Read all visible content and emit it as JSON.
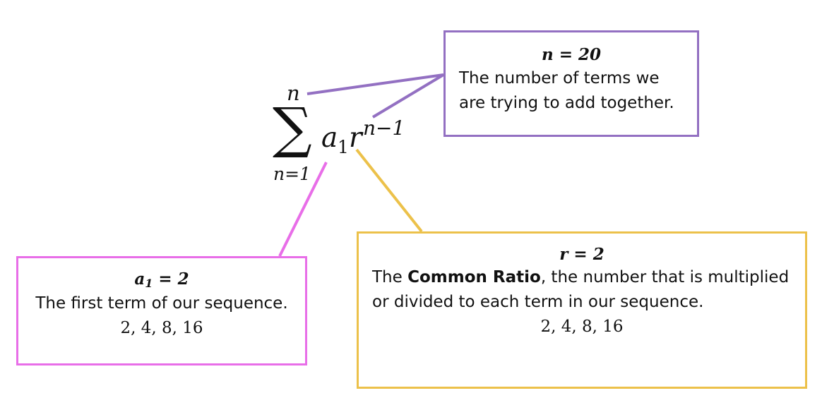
{
  "formula": {
    "sigma": "∑",
    "upper_limit": "n",
    "lower_limit": "n=1",
    "term_base": "a",
    "term_subscript": "1",
    "term_ratio": "r",
    "term_exponent": "n−1"
  },
  "boxes": {
    "n": {
      "heading_var": "n",
      "heading_eq": " = 20",
      "line1": "The number of terms we",
      "line2": "are trying to add together."
    },
    "a1": {
      "heading_var": "a",
      "heading_sub": "1",
      "heading_eq": " = 2",
      "text": "The first term of our sequence.",
      "values": "2, 4, 8, 16"
    },
    "r": {
      "heading_var": "r",
      "heading_eq": " = 2",
      "text_before": "The ",
      "text_bold": "Common Ratio",
      "text_after": ", the number that is multiplied",
      "line2": "or divided to each term in our sequence.",
      "values": "2, 4, 8, 16"
    }
  },
  "colors": {
    "n_box": "#9370c2",
    "a1_box": "#e86ee8",
    "r_box": "#ecc14a"
  }
}
